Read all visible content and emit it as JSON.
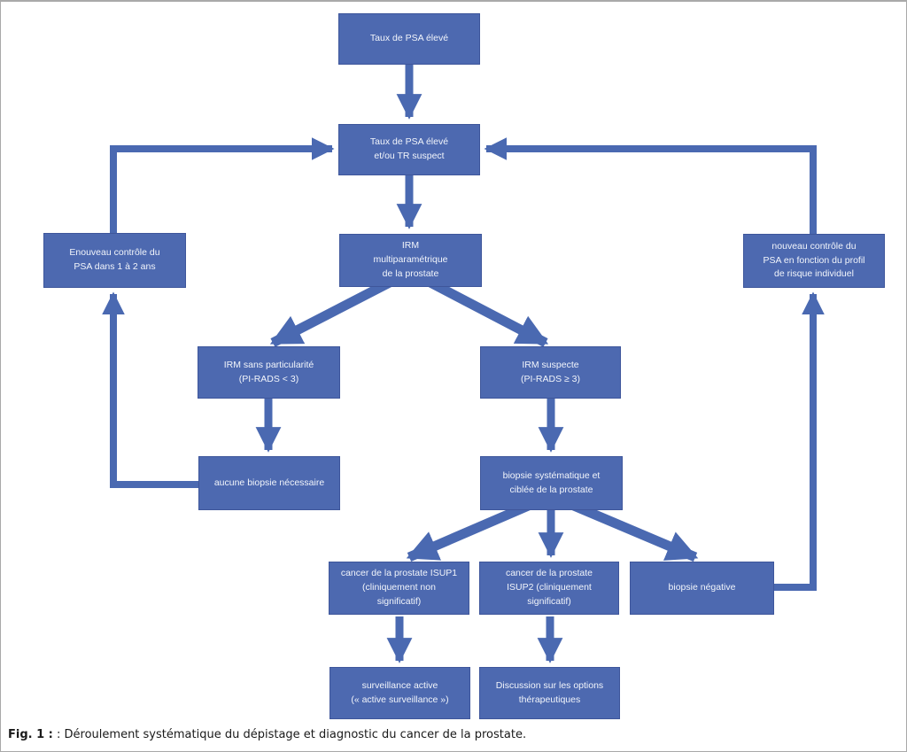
{
  "figure": {
    "caption_label": "Fig. 1 :",
    "caption_text": " : Déroulement systématique du dépistage et diagnostic du cancer de la prostate."
  },
  "colors": {
    "node_fill": "#4d69b0",
    "node_border": "#3e569b",
    "node_text": "#f2f5fb",
    "arrow": "#4a69b1"
  },
  "nodes": [
    {
      "id": "taux-psa-eleve",
      "label": "Taux de PSA élevé"
    },
    {
      "id": "psa-tr-suspect",
      "label": "Taux de PSA élevé\net/ou TR suspect"
    },
    {
      "id": "irm-multiparametrique",
      "label": "IRM\nmultiparamétrique\nde la prostate"
    },
    {
      "id": "nouveau-controle-1-2-ans",
      "label": "Enouveau contrôle du\nPSA dans 1 à 2 ans"
    },
    {
      "id": "nouveau-controle-profil-risque",
      "label": "nouveau contrôle du\nPSA en fonction du profil\nde risque individuel"
    },
    {
      "id": "irm-sans-particularite",
      "label": "IRM sans particularité\n(PI-RADS < 3)"
    },
    {
      "id": "irm-suspecte",
      "label": "IRM suspecte\n(PI-RADS ≥ 3)"
    },
    {
      "id": "aucune-biopsie",
      "label": "aucune biopsie nécessaire"
    },
    {
      "id": "biopsie-systematique",
      "label": "biopsie systématique et\nciblée de la prostate"
    },
    {
      "id": "cancer-isup1",
      "label": "cancer de la prostate ISUP1\n(cliniquement non\nsignificatif)"
    },
    {
      "id": "cancer-isup2",
      "label": "cancer de la prostate\nISUP2 (cliniquement\nsignificatif)"
    },
    {
      "id": "biopsie-negative",
      "label": "biopsie négative"
    },
    {
      "id": "surveillance-active",
      "label": "surveillance active\n(« active surveillance »)"
    },
    {
      "id": "discussion-options",
      "label": "Discussion sur les options\nthérapeutiques"
    }
  ],
  "edges": [
    {
      "from": "taux-psa-eleve",
      "to": "psa-tr-suspect"
    },
    {
      "from": "psa-tr-suspect",
      "to": "irm-multiparametrique"
    },
    {
      "from": "irm-multiparametrique",
      "to": "irm-sans-particularite"
    },
    {
      "from": "irm-multiparametrique",
      "to": "irm-suspecte"
    },
    {
      "from": "irm-sans-particularite",
      "to": "aucune-biopsie"
    },
    {
      "from": "irm-suspecte",
      "to": "biopsie-systematique"
    },
    {
      "from": "aucune-biopsie",
      "to": "nouveau-controle-1-2-ans"
    },
    {
      "from": "nouveau-controle-1-2-ans",
      "to": "psa-tr-suspect"
    },
    {
      "from": "biopsie-systematique",
      "to": "cancer-isup1"
    },
    {
      "from": "biopsie-systematique",
      "to": "cancer-isup2"
    },
    {
      "from": "biopsie-systematique",
      "to": "biopsie-negative"
    },
    {
      "from": "biopsie-negative",
      "to": "nouveau-controle-profil-risque"
    },
    {
      "from": "nouveau-controle-profil-risque",
      "to": "psa-tr-suspect"
    },
    {
      "from": "cancer-isup1",
      "to": "surveillance-active"
    },
    {
      "from": "cancer-isup2",
      "to": "discussion-options"
    }
  ]
}
